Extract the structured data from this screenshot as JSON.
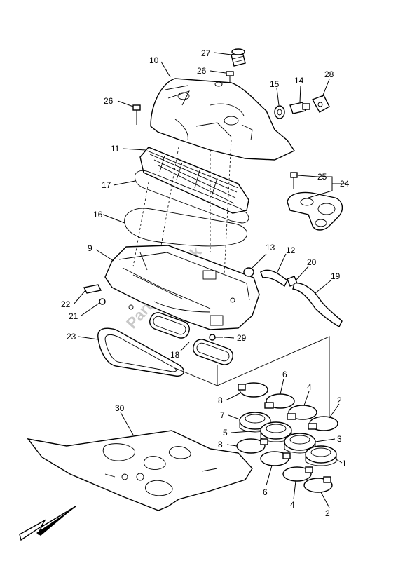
{
  "watermark": "PartsRepublik",
  "callouts": {
    "c1": "1",
    "c2a": "2",
    "c2b": "2",
    "c3": "3",
    "c4a": "4",
    "c4b": "4",
    "c5": "5",
    "c6a": "6",
    "c6b": "6",
    "c7": "7",
    "c8a": "8",
    "c8b": "8",
    "c9": "9",
    "c10": "10",
    "c11": "11",
    "c12": "12",
    "c13": "13",
    "c14": "14",
    "c15": "15",
    "c16": "16",
    "c17": "17",
    "c18": "18",
    "c19": "19",
    "c20": "20",
    "c21": "21",
    "c22": "22",
    "c23": "23",
    "c24": "24",
    "c25": "25",
    "c26a": "26",
    "c26b": "26",
    "c27": "27",
    "c28": "28",
    "c29": "29",
    "c30": "30"
  },
  "icons": {
    "front_arrow": "front-direction-arrow-icon"
  }
}
